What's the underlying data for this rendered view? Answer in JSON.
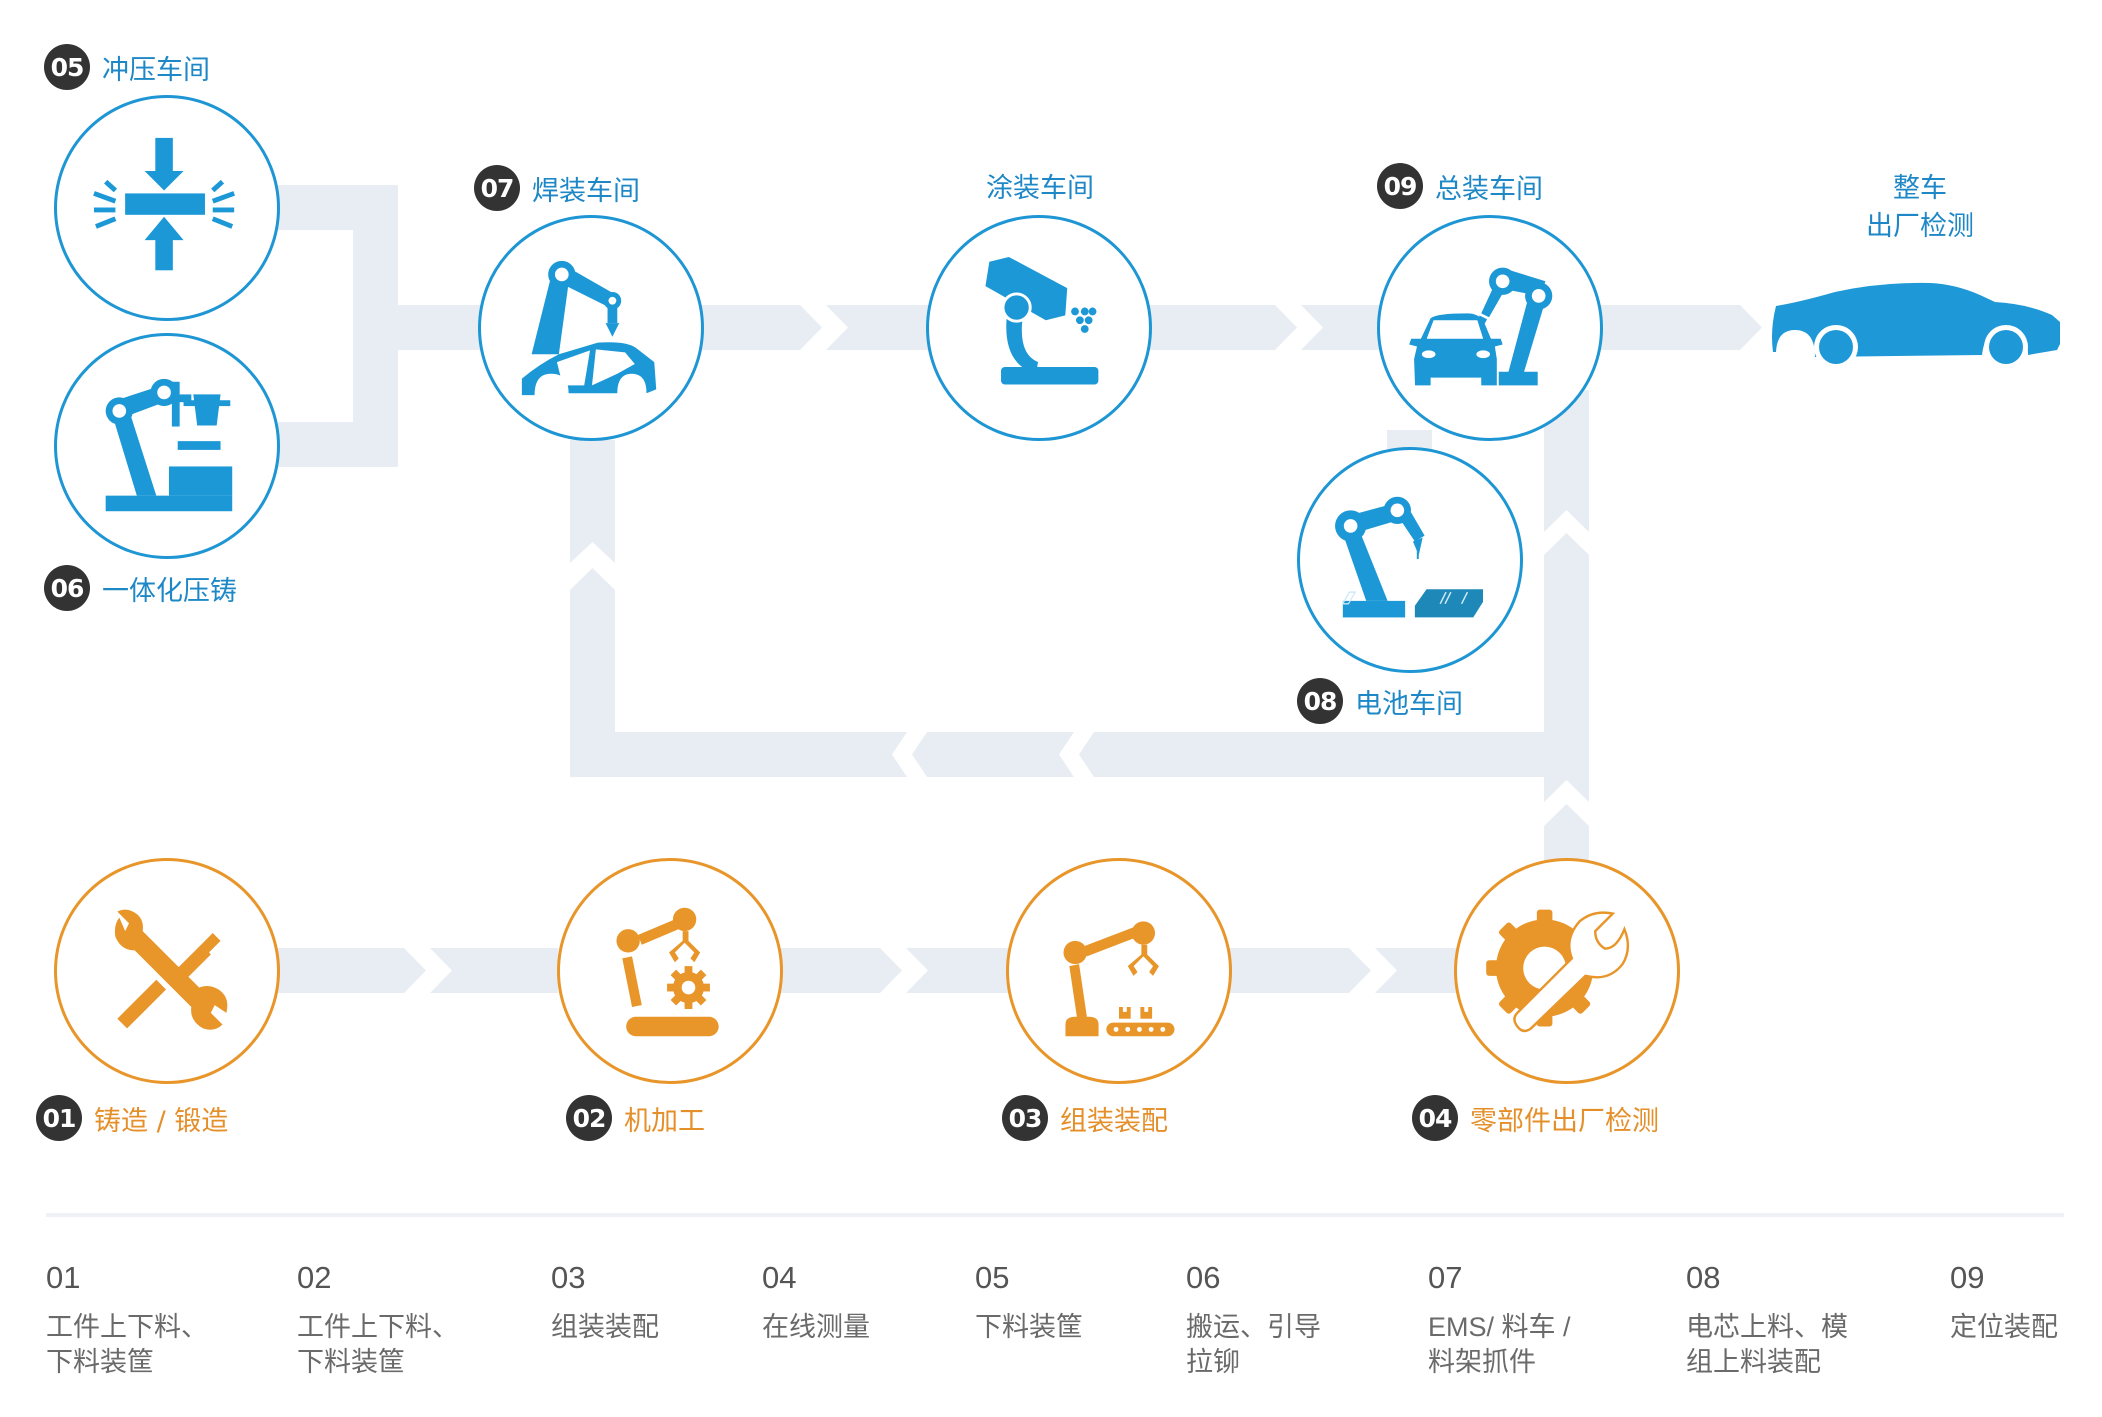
{
  "colors": {
    "blue_accent": "#1e96d4",
    "orange_accent": "#e8952a",
    "flow_band": "#e7edf2",
    "badge_bg": "#333333",
    "legend_text": "#5f5f5f"
  },
  "nodes": {
    "stamping": {
      "num": "05",
      "label": "冲压车间",
      "icon": "press-compress-icon"
    },
    "die_casting": {
      "num": "06",
      "label": "一体化压铸",
      "icon": "die-casting-robot-icon"
    },
    "welding": {
      "num": "07",
      "label": "焊装车间",
      "icon": "welding-robot-car-icon"
    },
    "painting": {
      "num": "",
      "label": "涂装车间",
      "icon": "paint-spray-robot-icon"
    },
    "final_assembly": {
      "num": "09",
      "label": "总装车间",
      "icon": "assembly-robot-car-icon"
    },
    "battery": {
      "num": "08",
      "label": "电池车间",
      "icon": "battery-robot-icon"
    },
    "vehicle_inspection": {
      "label_line1": "整车",
      "label_line2": "出厂检测",
      "icon": "car-silhouette-icon"
    },
    "casting_forging": {
      "num": "01",
      "label": "铸造 / 锻造",
      "icon": "wrench-screwdriver-icon"
    },
    "machining": {
      "num": "02",
      "label": "机加工",
      "icon": "robot-arm-gear-icon"
    },
    "assembly": {
      "num": "03",
      "label": "组装装配",
      "icon": "robot-arm-conveyor-icon"
    },
    "parts_inspection": {
      "num": "04",
      "label": "零部件出厂检测",
      "icon": "gear-wrench-icon"
    }
  },
  "legend": [
    {
      "num": "01",
      "desc": "工件上下料、下料装筐"
    },
    {
      "num": "02",
      "desc": "工件上下料、下料装筐"
    },
    {
      "num": "03",
      "desc": "组装装配"
    },
    {
      "num": "04",
      "desc": "在线测量"
    },
    {
      "num": "05",
      "desc": "下料装筐"
    },
    {
      "num": "06",
      "desc": "搬运、引导拉铆"
    },
    {
      "num": "07",
      "desc": "EMS/ 料车 / 料架抓件"
    },
    {
      "num": "08",
      "desc": "电芯上料、模组上料装配"
    },
    {
      "num": "09",
      "desc": "定位装配"
    }
  ]
}
